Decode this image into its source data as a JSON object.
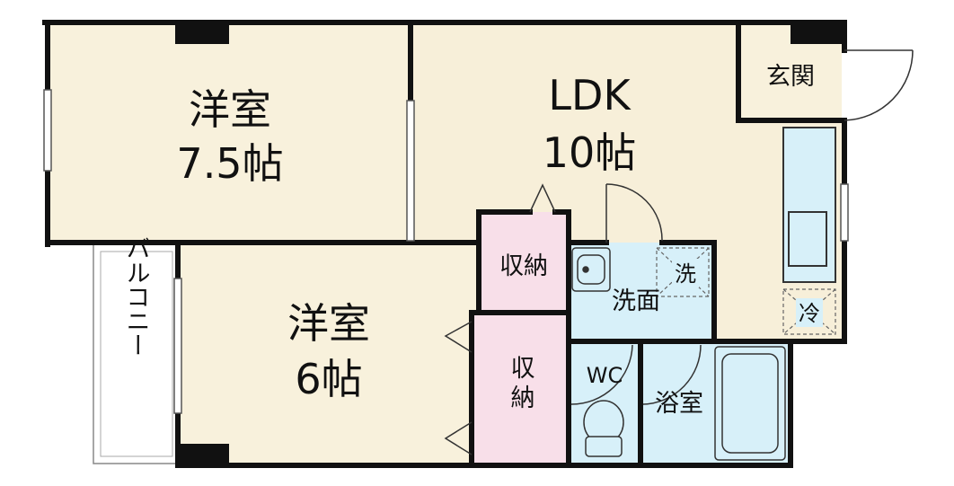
{
  "floorplan": {
    "rooms": {
      "western_room_1": {
        "name": "洋室",
        "size": "7.5帖"
      },
      "western_room_2": {
        "name": "洋室",
        "size": "6帖"
      },
      "ldk": {
        "name": "LDK",
        "size": "10帖"
      },
      "entrance": {
        "name": "玄関"
      },
      "storage_1": {
        "name": "収納"
      },
      "storage_2": {
        "name": "収納"
      },
      "washroom": {
        "name": "洗面"
      },
      "toilet": {
        "name": "WC"
      },
      "bathroom": {
        "name": "浴室"
      },
      "balcony": {
        "name": "バルコニー"
      }
    },
    "fixtures": {
      "washer": "洗",
      "fridge": "冷"
    },
    "colors": {
      "western_room_floor": "#f8f1dc",
      "ldk_floor": "#f7efd9",
      "storage_floor": "#f8dfe9",
      "wet_area_floor": "#d7f0f9",
      "balcony_floor": "#ffffff",
      "wall": "#111111"
    }
  }
}
